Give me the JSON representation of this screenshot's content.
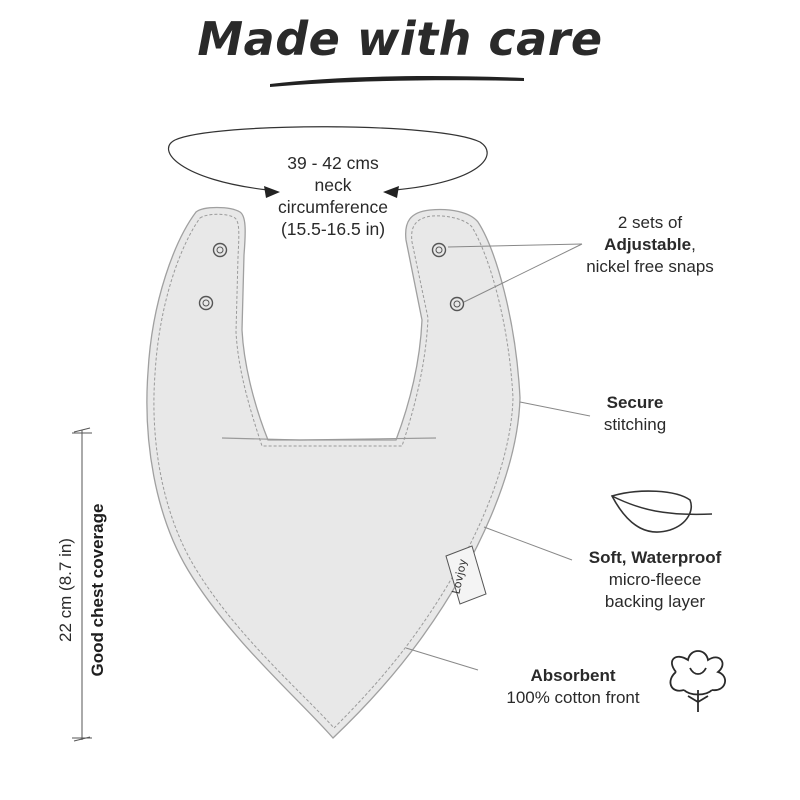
{
  "title": "Made with care",
  "neck": {
    "line1": "39 - 42 cms",
    "line2": "neck",
    "line3": "circumference",
    "line4": "(15.5-16.5 in)"
  },
  "snaps": {
    "line1": "2 sets of",
    "line2_bold": "Adjustable",
    "line2_suffix": ",",
    "line3": "nickel free snaps"
  },
  "stitching": {
    "bold": "Secure",
    "line2": "stitching"
  },
  "fleece": {
    "bold": "Soft, Waterproof",
    "line2": "micro-fleece",
    "line3": "backing layer"
  },
  "cotton": {
    "bold": "Absorbent",
    "line2": "100% cotton front"
  },
  "coverage": {
    "measure": "22 cm (8.7 in)",
    "title": "Good chest coverage"
  },
  "brand": "Lovjoy",
  "colors": {
    "bib_fill": "#e8e8e8",
    "outline": "#9a9a9a",
    "text": "#2a2a2a"
  },
  "icons": [
    "leaf-icon",
    "cotton-flower-icon"
  ]
}
